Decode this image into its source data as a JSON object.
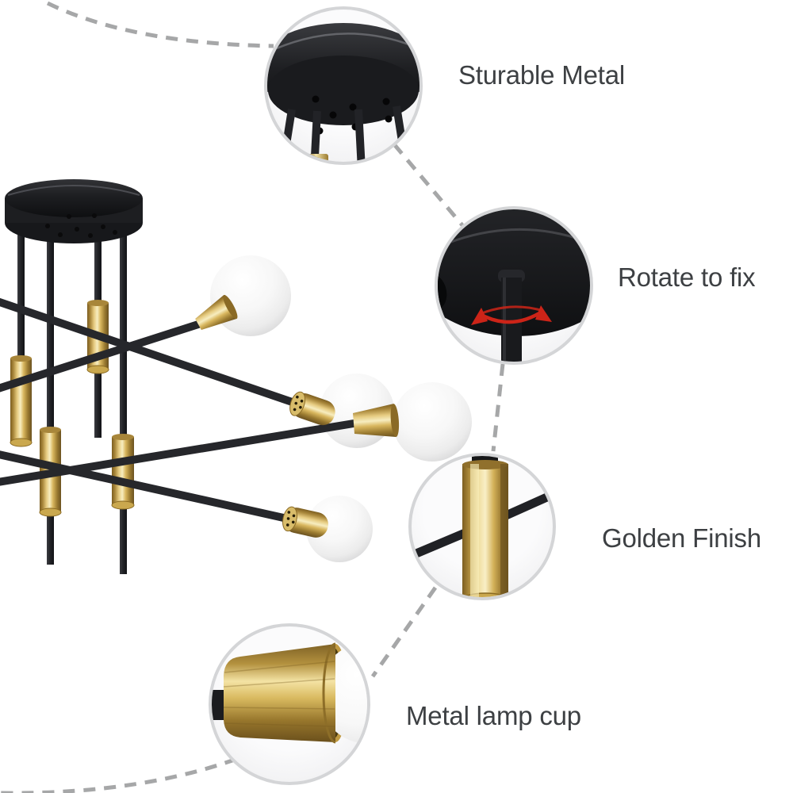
{
  "figure": {
    "type": "product-feature-infographic",
    "background": "#ffffff",
    "product_illustration": "black-and-gold-sputnik-semi-flush-ceiling-light"
  },
  "callouts": [
    {
      "label": "Sturable Metal",
      "icon": "ceiling-canopy-underside"
    },
    {
      "label": "Rotate to fix",
      "icon": "canopy-rod-rotation-arrow"
    },
    {
      "label": "Golden Finish",
      "icon": "gold-cylinder-sleeve"
    },
    {
      "label": "Metal lamp cup",
      "icon": "gold-lamp-socket-cup"
    }
  ],
  "colors": {
    "accent_gold": "#c9a855",
    "metal_black": "#1f2023",
    "bulb_white": "#f4f4f4",
    "rotation_arrow_red": "#cc2418",
    "connector_dash_gray": "#a6a7a8",
    "label_text": "#3d4043",
    "callout_ring": "#d4d5d7"
  }
}
